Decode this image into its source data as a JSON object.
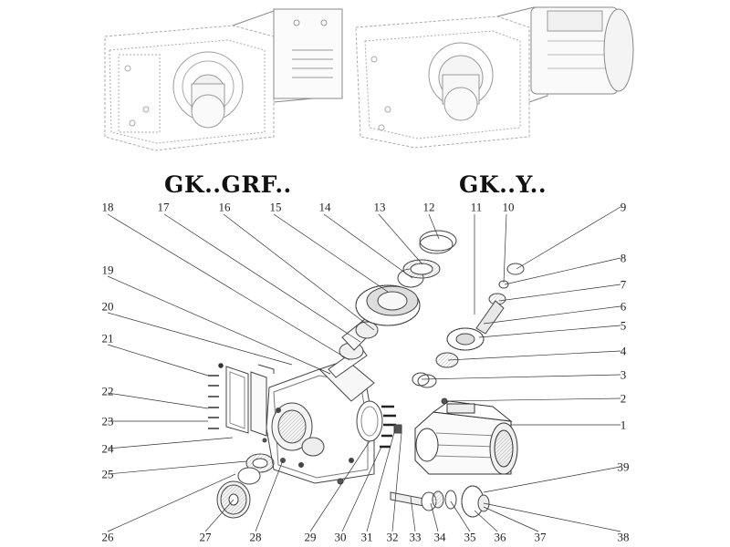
{
  "captions": {
    "left": "GK..GRF..",
    "right": "GK..Y.."
  },
  "part_numbers": {
    "p1": "1",
    "p2": "2",
    "p3": "3",
    "p4": "4",
    "p5": "5",
    "p6": "6",
    "p7": "7",
    "p8": "8",
    "p9": "9",
    "p10": "10",
    "p11": "11",
    "p12": "12",
    "p13": "13",
    "p14": "14",
    "p15": "15",
    "p16": "16",
    "p17": "17",
    "p18": "18",
    "p19": "19",
    "p20": "20",
    "p21": "21",
    "p22": "22",
    "p23": "23",
    "p24": "24",
    "p25": "25",
    "p26": "26",
    "p27": "27",
    "p28": "28",
    "p29": "29",
    "p30": "30",
    "p31": "31",
    "p32": "32",
    "p33": "33",
    "p34": "34",
    "p35": "35",
    "p36": "36",
    "p37": "37",
    "p38": "38",
    "p39": "39"
  }
}
